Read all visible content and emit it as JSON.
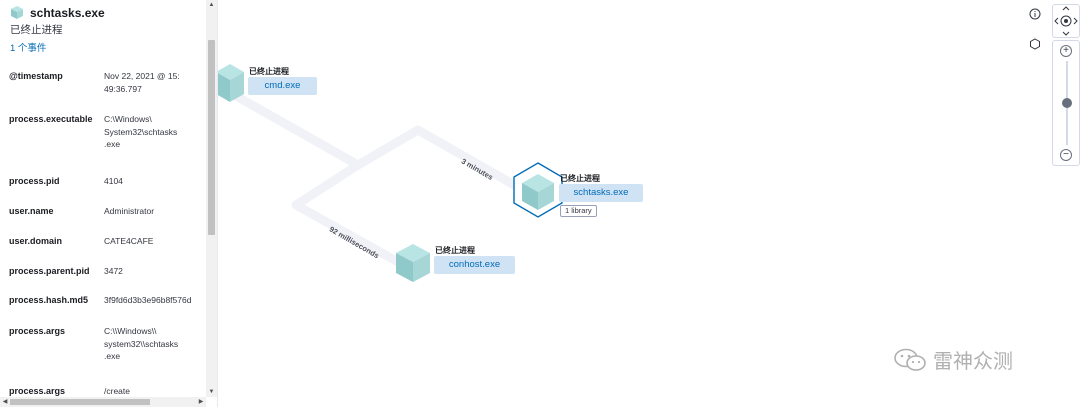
{
  "panel": {
    "title": "schtasks.exe",
    "status": "已终止进程",
    "events_link": "1 个事件",
    "fields": [
      {
        "key": "@timestamp",
        "value": "Nov 22, 2021 @ 15:\n49:36.797"
      },
      {
        "key": "process.executable",
        "value": "C:\\Windows\\\nSystem32\\schtasks\n.exe"
      },
      {
        "key": "process.pid",
        "value": "4104"
      },
      {
        "key": "user.name",
        "value": "Administrator"
      },
      {
        "key": "user.domain",
        "value": "CATE4CAFE"
      },
      {
        "key": "process.parent.pid",
        "value": "3472"
      },
      {
        "key": "process.hash.md5",
        "value": "3f9fd6d3b3e96b8f576d"
      },
      {
        "key": "process.args",
        "value": "C:\\\\Windows\\\\\nsystem32\\\\schtasks\n.exe"
      },
      {
        "key": "process.args",
        "value": "/create"
      }
    ]
  },
  "graph": {
    "nodes": [
      {
        "id": "cmd",
        "state": "已终止进程",
        "name": "cmd.exe"
      },
      {
        "id": "schtasks",
        "state": "已终止进程",
        "name": "schtasks.exe",
        "badge": "1 library",
        "selected": true
      },
      {
        "id": "conhost",
        "state": "已终止进程",
        "name": "conhost.exe"
      }
    ],
    "edges": [
      {
        "from": "cmd",
        "to": "schtasks",
        "label": "3 minutes"
      },
      {
        "from": "cmd",
        "to": "conhost",
        "label": "92 milliseconds"
      }
    ]
  },
  "controls": {
    "info_icon": "info-icon",
    "schema_icon": "hexagon-icon",
    "center_icon": "target-icon",
    "zoom_in": "+",
    "zoom_out": "−",
    "zoom_level": 0.5
  },
  "watermark": {
    "text": "雷神众测"
  },
  "colors": {
    "link": "#006bb8",
    "pill_bg": "#cfe3f5",
    "cube_top": "#b9e4e4",
    "cube_left": "#8fc9c9",
    "cube_right": "#a6d6d6",
    "selected_ring": "#006bb8"
  }
}
